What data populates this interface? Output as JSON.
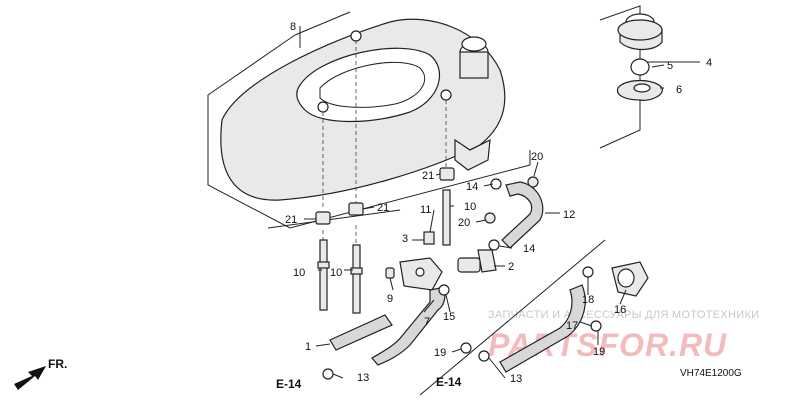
{
  "diagram": {
    "code": "VH74E1200G",
    "arrow_label": "FR.",
    "refs": [
      "E-14",
      "E-14"
    ],
    "watermark_line": "ЗАПЧАСТИ И АКСЕССУАРЫ ДЛЯ МОТОТЕХНИКИ",
    "watermark_logo": "PARTSFOR.RU",
    "callouts": {
      "c1": "1",
      "c2": "2",
      "c3": "3",
      "c4": "4",
      "c5": "5",
      "c6": "6",
      "c7": "7",
      "c8": "8",
      "c9": "9",
      "c10a": "10",
      "c10b": "10",
      "c10c": "10",
      "c11": "11",
      "c12": "12",
      "c13a": "13",
      "c13b": "13",
      "c14a": "14",
      "c14b": "14",
      "c15": "15",
      "c16": "16",
      "c17": "17",
      "c18": "18",
      "c19a": "19",
      "c19b": "19",
      "c20a": "20",
      "c20b": "20",
      "c21a": "21",
      "c21b": "21",
      "c21c": "21"
    }
  }
}
